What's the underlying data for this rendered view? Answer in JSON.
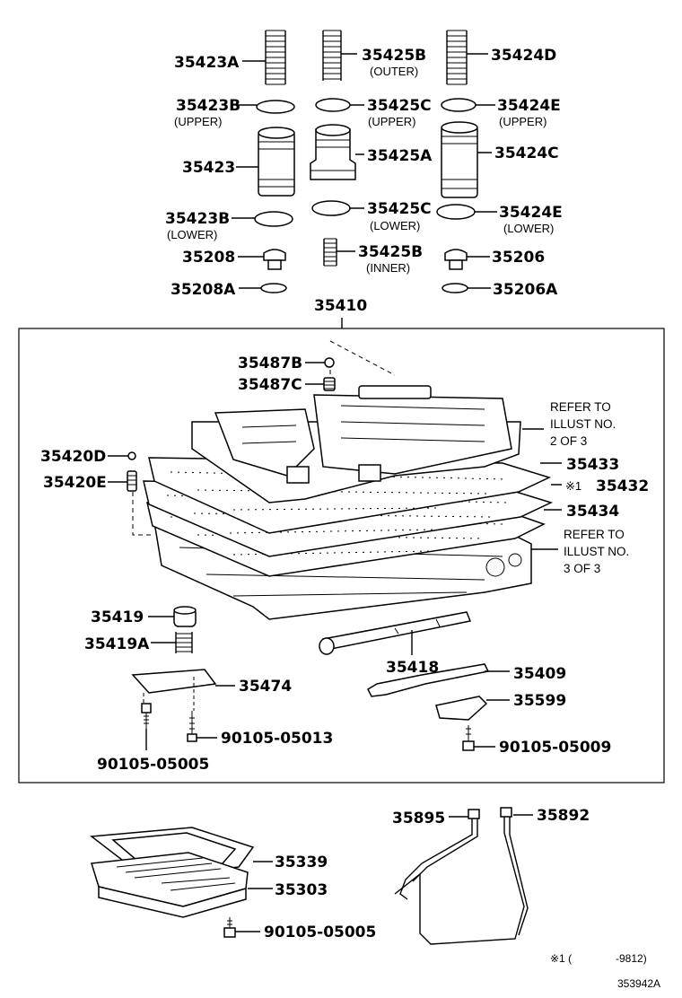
{
  "labels": {
    "p35423A": "35423A",
    "p35425B_top": "35425B",
    "p35425B_top_sub": "(OUTER)",
    "p35424D": "35424D",
    "p35423B_up": "35423B",
    "p35423B_up_sub": "(UPPER)",
    "p35425C_up": "35425C",
    "p35425C_up_sub": "(UPPER)",
    "p35424E_up": "35424E",
    "p35424E_up_sub": "(UPPER)",
    "p35423": "35423",
    "p35425A": "35425A",
    "p35424C": "35424C",
    "p35423B_low": "35423B",
    "p35423B_low_sub": "(LOWER)",
    "p35425C_low": "35425C",
    "p35425C_low_sub": "(LOWER)",
    "p35424E_low": "35424E",
    "p35424E_low_sub": "(LOWER)",
    "p35208": "35208",
    "p35425B_in": "35425B",
    "p35425B_in_sub": "(INNER)",
    "p35206": "35206",
    "p35208A": "35208A",
    "p35206A": "35206A",
    "p35410": "35410",
    "p35487B": "35487B",
    "p35487C": "35487C",
    "p35420D": "35420D",
    "p35420E": "35420E",
    "p35433": "35433",
    "p35432_mark": "※1",
    "p35432": "35432",
    "p35434": "35434",
    "p35419": "35419",
    "p35419A": "35419A",
    "p35474": "35474",
    "p35418": "35418",
    "p35409": "35409",
    "p35599": "35599",
    "bolt_9010505013": "90105-05013",
    "bolt_9010505005_a": "90105-05005",
    "bolt_9010505009": "90105-05009",
    "p35895": "35895",
    "p35892": "35892",
    "p35339": "35339",
    "p35303": "35303",
    "bolt_9010505005_b": "90105-05005"
  },
  "refs": {
    "ref2_line1": "REFER TO",
    "ref2_line2": "ILLUST NO.",
    "ref2_line3": "2 OF 3",
    "ref3_line1": "REFER TO",
    "ref3_line2": "ILLUST NO.",
    "ref3_line3": "3 OF 3"
  },
  "footer": {
    "note_mark": "※1 (",
    "note_date": "-9812)",
    "drawing_no": "353942A"
  }
}
